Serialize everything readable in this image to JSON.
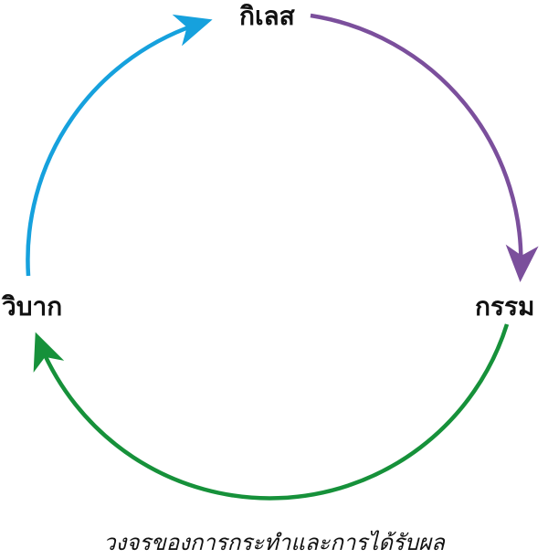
{
  "nodes": {
    "kilesa": "กิเลส",
    "kamma": "กรรม",
    "vipaka": "วิบาก"
  },
  "caption": "วงจรของการกระทำและการได้รับผล",
  "colors": {
    "kilesa_to_kamma": "#7b4f9c",
    "kamma_to_vipaka": "#16913a",
    "vipaka_to_kilesa": "#16a1dd"
  }
}
